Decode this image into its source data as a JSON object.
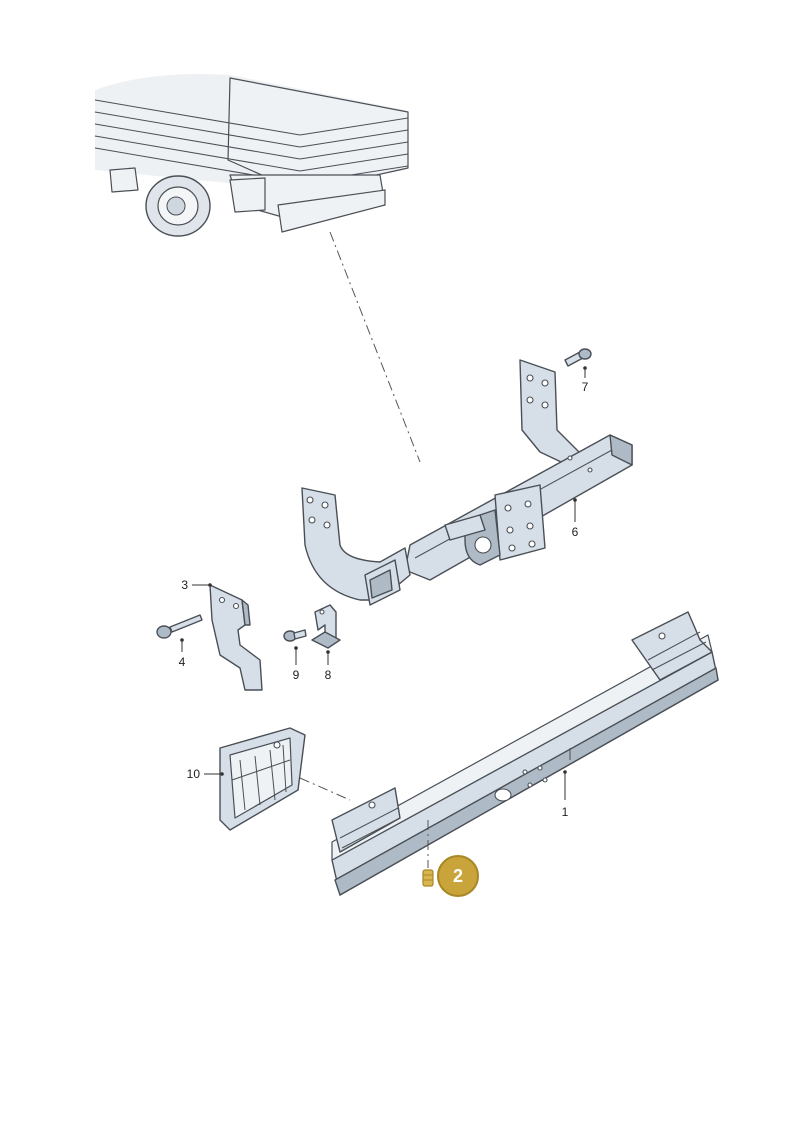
{
  "diagram": {
    "labels": {
      "p1": "1",
      "p3": "3",
      "p4": "4",
      "p6": "6",
      "p7": "7",
      "p8": "8",
      "p9": "9",
      "p10": "10"
    },
    "highlight": {
      "label": "2",
      "color": "#c9a43a"
    }
  }
}
